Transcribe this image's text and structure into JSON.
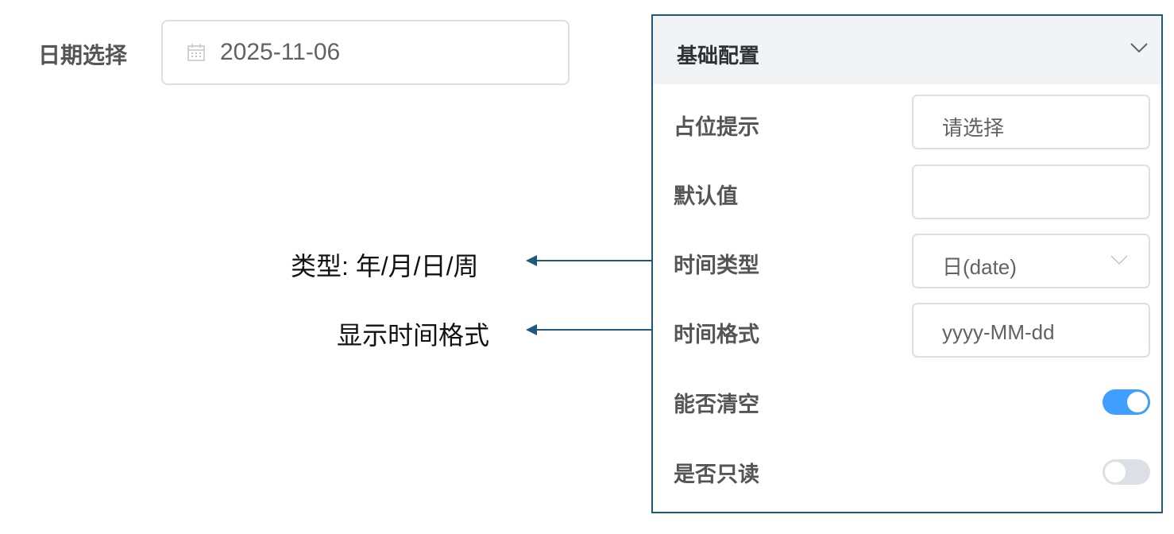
{
  "form": {
    "label": "日期选择",
    "value": "2025-11-06",
    "icon": "calendar-icon"
  },
  "panel": {
    "title": "基础配置",
    "rows": [
      {
        "label": "占位提示",
        "value": "请选择"
      },
      {
        "label": "默认值",
        "value": ""
      },
      {
        "label": "时间类型",
        "value": "日(date)"
      },
      {
        "label": "时间格式",
        "value": "yyyy-MM-dd"
      },
      {
        "label": "能否清空",
        "on": true
      },
      {
        "label": "是否只读",
        "on": false
      }
    ]
  },
  "annotations": {
    "type_note": "类型: 年/月/日/周",
    "format_note": "显示时间格式"
  },
  "colors": {
    "accent": "#409eff",
    "switch_off": "#dcdfe6",
    "annotation_line": "#1f5a7a"
  }
}
